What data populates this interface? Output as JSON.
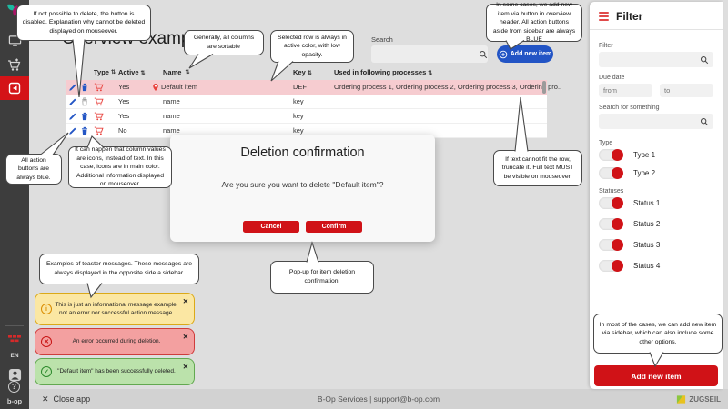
{
  "page": {
    "title": "Overview example"
  },
  "left_sidebar": {
    "language": "EN",
    "brand": "b-op",
    "help_glyph": "?"
  },
  "overview_header": {
    "search_label": "Search",
    "add_button_label": "Add new item"
  },
  "table": {
    "columns": [
      "Type",
      "Active",
      "Name",
      "Key",
      "Used in following processes"
    ],
    "sort_glyph": "⇅",
    "rows": [
      {
        "active": "Yes",
        "name": "Default item",
        "key": "DEF",
        "used": "Ordering process 1, Ordering process 2, Ordering process 3, Ordering pro.."
      },
      {
        "active": "Yes",
        "name": "name",
        "key": "key",
        "used": ""
      },
      {
        "active": "Yes",
        "name": "name",
        "key": "key",
        "used": ""
      },
      {
        "active": "No",
        "name": "name",
        "key": "key",
        "used": ""
      }
    ]
  },
  "modal": {
    "title": "Deletion confirmation",
    "message": "Are you sure you want to delete \"Default item\"?",
    "cancel_label": "Cancel",
    "confirm_label": "Confirm"
  },
  "toasters": {
    "close_glyph": "✕",
    "info": {
      "glyph": "i",
      "text": "This is just an informational message example, not an error nor successful action message."
    },
    "error": {
      "glyph": "✕",
      "text": "An error occurred during deletion."
    },
    "success": {
      "glyph": "✓",
      "text": "\"Default item\" has been successfully deleted."
    }
  },
  "filter_panel": {
    "title": "Filter",
    "filter_label": "Filter",
    "due_date_label": "Due date",
    "from_placeholder": "from",
    "to_placeholder": "to",
    "search_label": "Search for something",
    "type_label": "Type",
    "types": [
      "Type 1",
      "Type 2"
    ],
    "statuses_label": "Statuses",
    "statuses": [
      "Status 1",
      "Status 2",
      "Status 3",
      "Status 4"
    ],
    "add_button_label": "Add new item"
  },
  "footer": {
    "close_glyph": "✕",
    "close_label": "Close app",
    "support_text": "B-Op Services | support@b-op.com",
    "brand": "ZUGSEIL"
  },
  "annotations": [
    "If not possible to delete, the button is disabled. Explanation why cannot be deleted displayed on mouseover.",
    "Generally, all columns are sortable",
    "Selected row is always in active color, with low opacity.",
    "In some cases, we add new item via button in overview header. All action buttons aside from sidebar are always BLUE",
    "All action buttons are always blue.",
    "It can happen that column values are icons, instead of text. In this case, icons are in main color. Additional information displayed on mouseover.",
    "If text cannot fit the row, truncate it. Full text MUST be visible on mouseover.",
    "Examples of toaster messages. These messages are always displayed in the opposite side a sidebar.",
    "Pop-up for item deletion confirmation.",
    "In most of the cases, we can add new item via sidebar, which can also include some other options."
  ],
  "colors": {
    "accent_red": "#d01217",
    "action_blue": "#2254c5",
    "selected_row": "#f6ccd0"
  }
}
